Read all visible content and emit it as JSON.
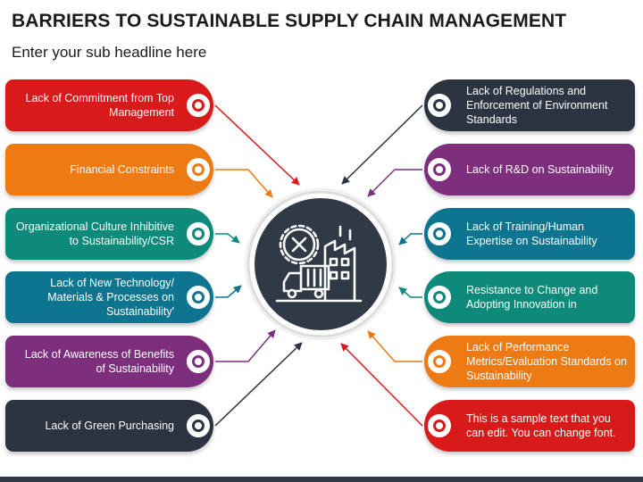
{
  "title": "BARRIERS TO SUSTAINABLE SUPPLY CHAIN MANAGEMENT",
  "subtitle": "Enter your sub headline here",
  "left_items": [
    {
      "text": "Lack of Commitment from Top Management",
      "color": "#d91a1a"
    },
    {
      "text": "Financial Constraints",
      "color": "#ee7a14"
    },
    {
      "text": "Organizational Culture Inhibitive to Sustainability/CSR",
      "color": "#0d8a7a"
    },
    {
      "text": "Lack of New Technology/ Materials & Processes on Sustainability'",
      "color": "#0e7590"
    },
    {
      "text": "Lack of Awareness of Benefits of Sustainability",
      "color": "#7d2f7e"
    },
    {
      "text": "Lack of Green Purchasing",
      "color": "#2b3440"
    }
  ],
  "right_items": [
    {
      "text": "Lack of Regulations and Enforcement of Environment Standards",
      "color": "#2b3440"
    },
    {
      "text": "Lack of R&D on Sustainability",
      "color": "#7d2f7e"
    },
    {
      "text": "Lack of Training/Human Expertise on Sustainability",
      "color": "#0e7590"
    },
    {
      "text": "Resistance to Change and Adopting Innovation in",
      "color": "#0d8a7a"
    },
    {
      "text": "Lack of Performance Metrics/Evaluation Standards on Sustainability",
      "color": "#ee7a14"
    },
    {
      "text": "This is a sample text that you can edit. You can change font.",
      "color": "#d91a1a"
    }
  ],
  "center_icon": "factory-truck-no-icon"
}
